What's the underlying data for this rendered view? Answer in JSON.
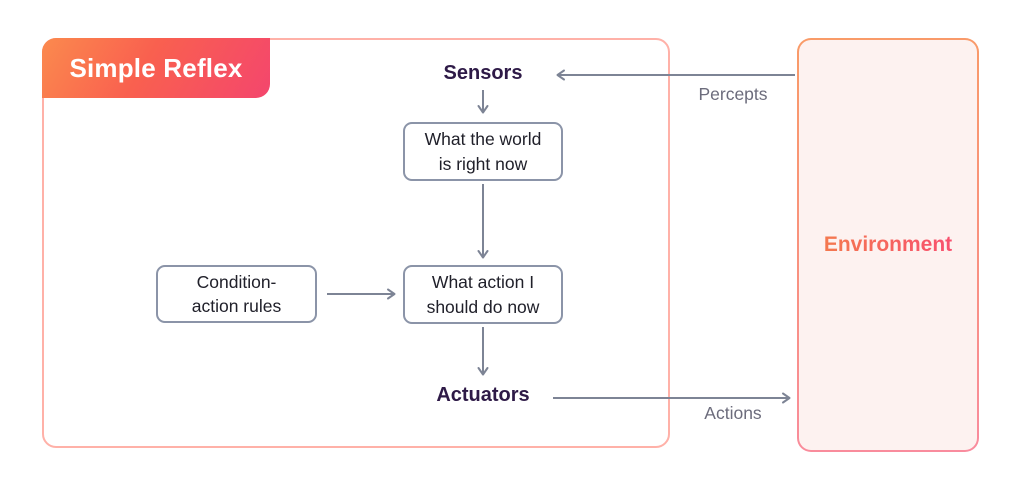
{
  "title_badge": {
    "label": "Simple Reflex"
  },
  "agent": {
    "sensors_label": "Sensors",
    "world_state_box": "What the world\nis right now",
    "condition_rules_box": "Condition-\naction rules",
    "action_box": "What action I\nshould do now",
    "actuators_label": "Actuators"
  },
  "environment": {
    "label": "Environment"
  },
  "flows": {
    "percepts_label": "Percepts",
    "actions_label": "Actions"
  },
  "colors": {
    "badge_gradient_start": "#fb8a4e",
    "badge_gradient_end": "#f4466d",
    "agent_border": "#ffb1a8",
    "node_border": "#8b94a8",
    "node_text": "#20202a",
    "io_label_text": "#2e1a47",
    "arrow": "#7d8495",
    "flow_label_text": "#6c6c7c",
    "environment_fill": "#fdf2f0",
    "environment_border_top": "#f99b68",
    "environment_border_bottom": "#f98c9e",
    "environment_text_start": "#f4794f",
    "environment_text_end": "#f8506e"
  }
}
